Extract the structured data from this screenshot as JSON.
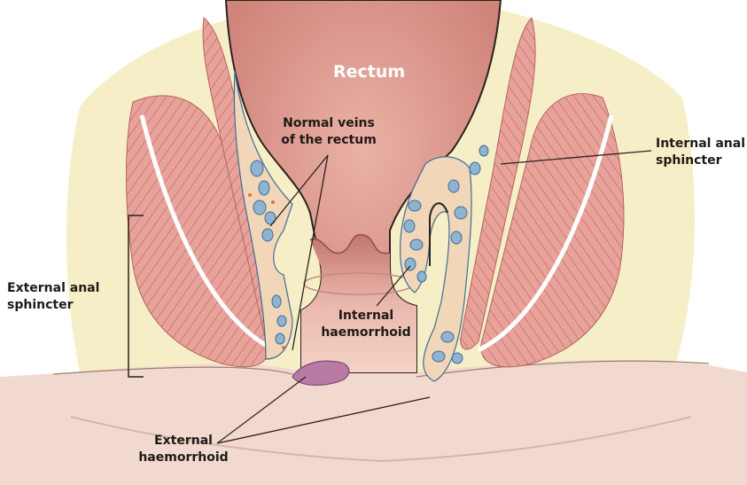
{
  "labels": {
    "rectum": "Rectum",
    "normal_veins_line1": "Normal veins",
    "normal_veins_line2": "of the rectum",
    "internal_sphincter_line1": "Internal anal",
    "internal_sphincter_line2": "sphincter",
    "external_sphincter_line1": "External anal",
    "external_sphincter_line2": "sphincter",
    "internal_haemorrhoid_line1": "Internal",
    "internal_haemorrhoid_line2": "haemorrhoid",
    "external_haemorrhoid_line1": "External",
    "external_haemorrhoid_line2": "haemorrhoid"
  },
  "colors": {
    "muscle": "#e39a93",
    "muscle_stripe": "#c8716a",
    "fat": "#f6eec6",
    "mucosa": "#f1c9b7",
    "lumen": "#e8a79c",
    "lumen_dark": "#b8645c",
    "vein": "#7fa8c9",
    "vein_outline": "#3f6d96",
    "haemorrhoid": "#b97aa6",
    "skin": "#f2d9cf",
    "outline": "#2a2220"
  }
}
